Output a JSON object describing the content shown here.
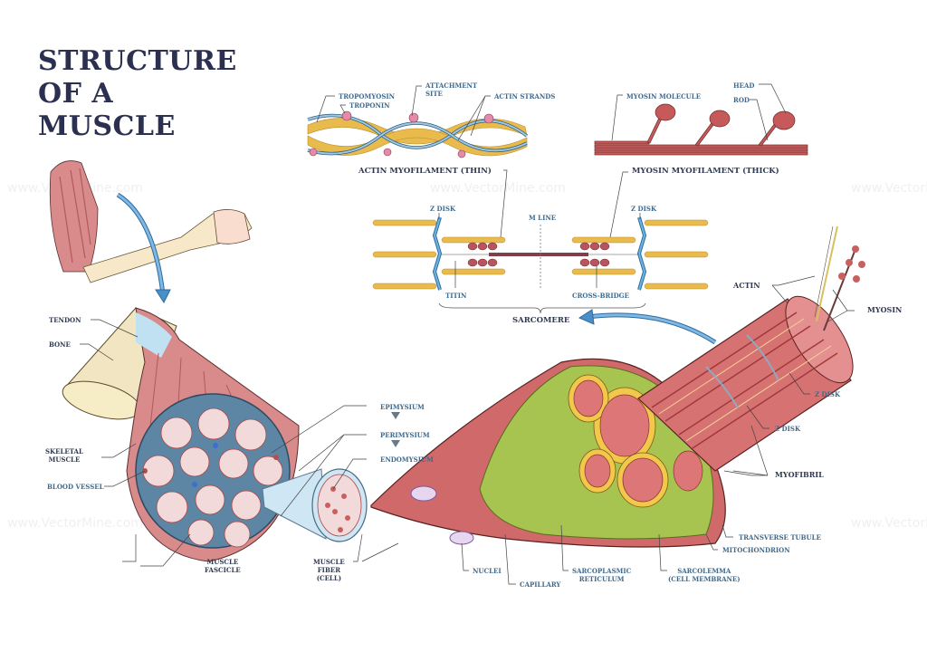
{
  "title": {
    "line1": "STRUCTURE",
    "line2": "OF A",
    "line3": "MUSCLE"
  },
  "watermark": "www.VectorMine.com",
  "actin_filament": {
    "heading": "ACTIN MYOFILAMENT (THIN)",
    "labels": {
      "tropomyosin": "TROPOMYOSIN",
      "troponin": "TROPONIN",
      "attachment_site_1": "ATTACHMENT",
      "attachment_site_2": "SITE",
      "actin_strands": "ACTIN STRANDS"
    }
  },
  "myosin_filament": {
    "heading": "MYOSIN MYOFILAMENT (THICK)",
    "labels": {
      "myosin_molecule": "MYOSIN MOLECULE",
      "head": "HEAD",
      "rod": "ROD"
    }
  },
  "sarcomere": {
    "heading": "SARCOMERE",
    "labels": {
      "z_disk_left": "Z DISK",
      "z_disk_right": "Z DISK",
      "m_line": "M LINE",
      "titin": "TITIN",
      "cross_bridge": "CROSS-BRIDGE"
    }
  },
  "muscle": {
    "labels": {
      "tendon": "TENDON",
      "bone": "BONE",
      "skeletal_muscle_1": "SKELETAL",
      "skeletal_muscle_2": "MUSCLE",
      "blood_vessel": "BLOOD VESSEL",
      "epimysium": "EPIMYSIUM",
      "perimysium": "PERIMYSIUM",
      "endomysium": "ENDOMYSIUM",
      "muscle_fascicle_1": "MUSCLE",
      "muscle_fascicle_2": "FASCICLE",
      "muscle_fiber_1": "MUSCLE",
      "muscle_fiber_2": "FIBER",
      "muscle_fiber_3": "(CELL)",
      "nuclei": "NUCLEI",
      "capillary": "CAPILLARY",
      "sarcoplasmic_1": "SARCOPLASMIC",
      "sarcoplasmic_2": "RETICULUM",
      "sarcolemma_1": "SARCOLEMMA",
      "sarcolemma_2": "(CELL MEMBRANE)",
      "mitochondrion": "MITOCHONDRION",
      "transverse_tubule": "TRANSVERSE TUBULE",
      "myofibril": "MYOFIBRIL",
      "z_disk_a": "Z DISK",
      "z_disk_b": "Z DISK",
      "actin": "ACTIN",
      "myosin": "MYOSIN"
    }
  },
  "colors": {
    "title": "#2b3050",
    "muscle_red": "#c96a6a",
    "actin_yellow": "#e6b84a",
    "blue_arrow": "#4b8fc9",
    "zdisk_blue": "#5b9fd0",
    "sr_green": "#9fbf4a"
  }
}
